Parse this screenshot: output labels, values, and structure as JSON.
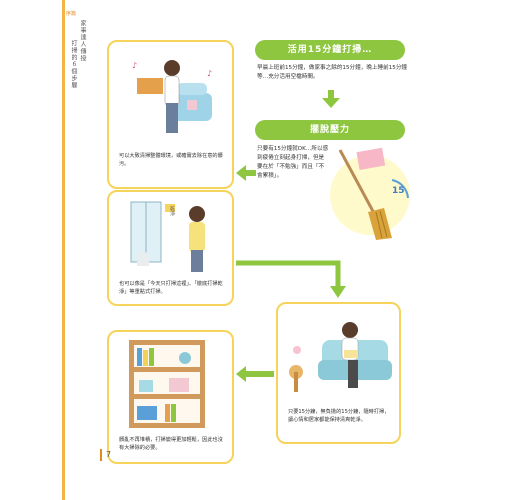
{
  "sidebar": {
    "tag": "序篇",
    "line1": "家事達人傳授",
    "line2": "打掃的６個步驟"
  },
  "steps": {
    "step1": {
      "title": "活用15分鐘打掃…",
      "text": "早晨上班前15分鐘，做家事之餘的15分鐘，晚上睡前15分鐘等…充分活用空檔時間。"
    },
    "step2": {
      "title": "擺脫壓力",
      "text": "只要有15分鐘就OK…所以感到疲倦立刻起身打掃，但是要在於「不勉強」而且「不會累積」。",
      "clock_label": "15"
    }
  },
  "panels": {
    "p1_caption": "可以大致清掃整體環境，或確實去除在意的髒污。",
    "p2_caption": "也可以像是「今天只打掃這裡」、「徹底打掃乾淨」等重點式打掃。",
    "p2_window_label": "乾淨",
    "p3_caption": "只要15分鐘，無負擔的15分鐘，隨時打掃，讓心情和居家都能保持清爽乾淨。",
    "p4_caption": "髒亂不再堆積，打掃變得更加輕鬆，因此也沒有大掃除的必要。"
  },
  "footer": {
    "page_number": "7"
  },
  "colors": {
    "accent_green": "#8ec63f",
    "panel_border": "#f6d35a",
    "strip_orange": "#f4b347"
  }
}
